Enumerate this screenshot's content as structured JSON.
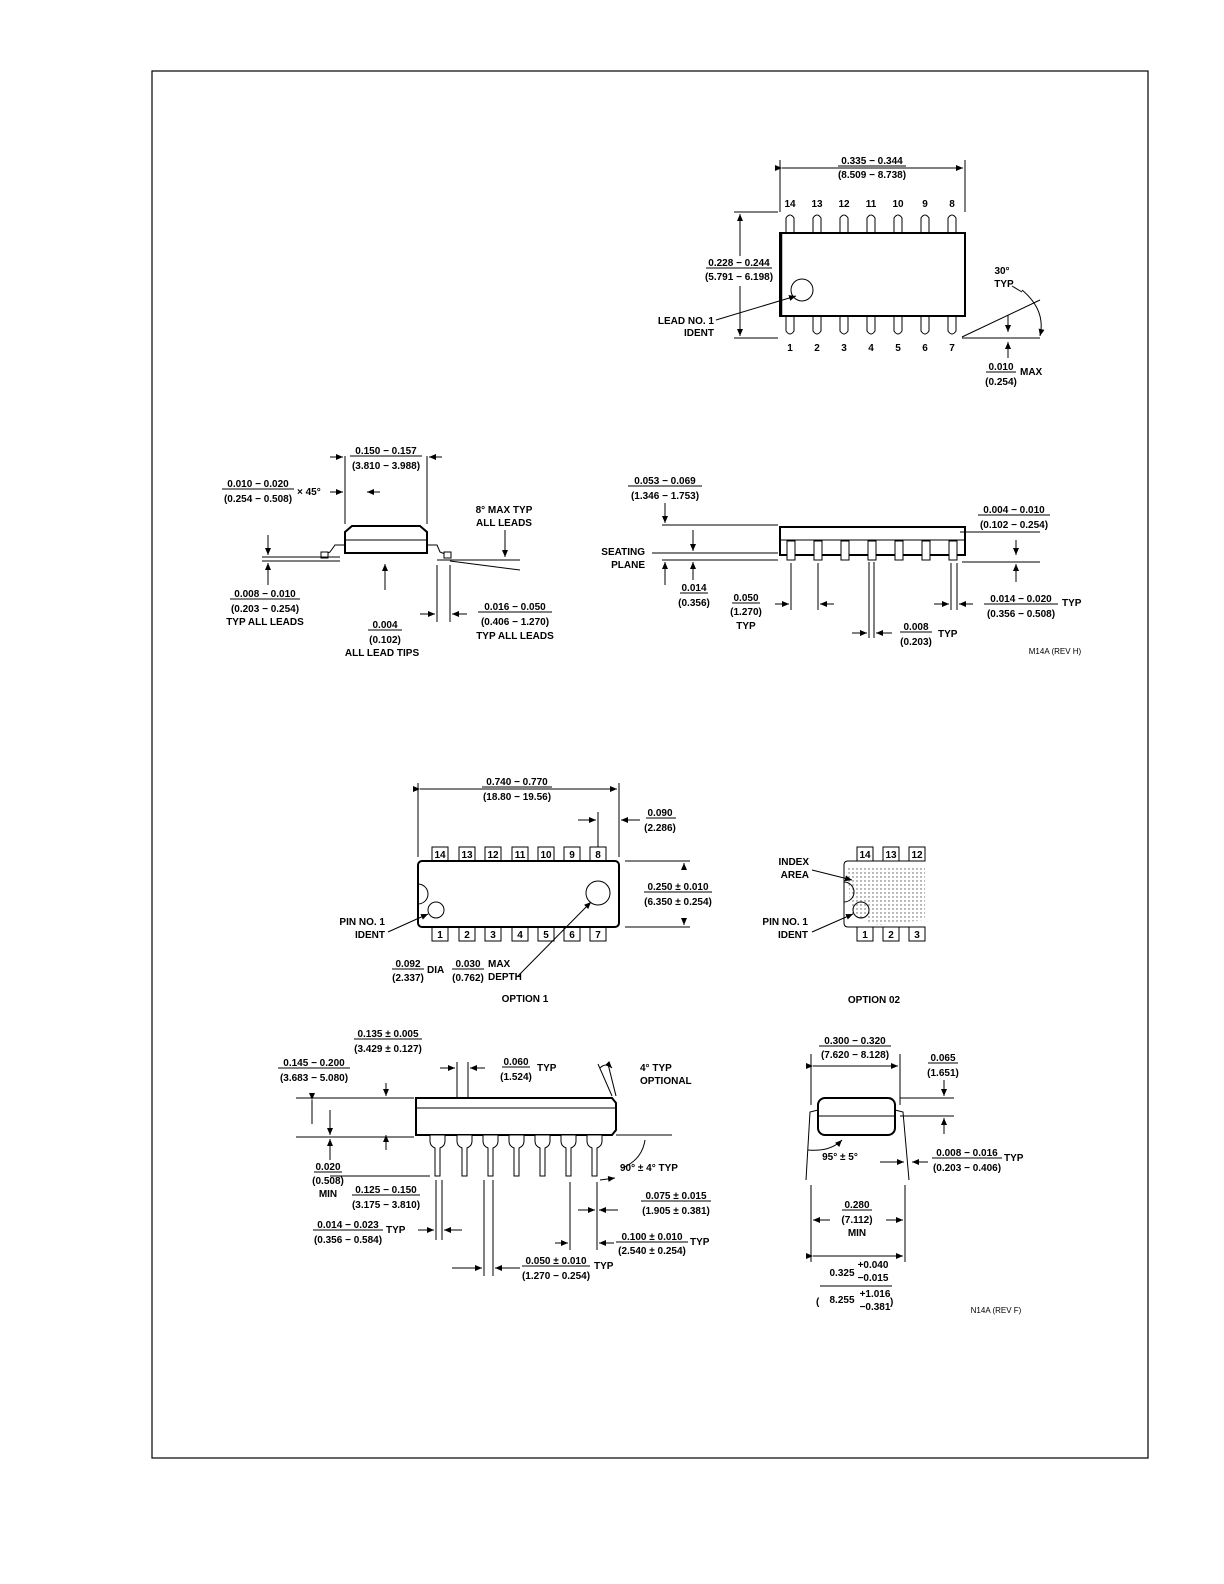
{
  "soic_top": {
    "width_in": "0.335 − 0.344",
    "width_mm": "(8.509 − 8.738)",
    "height_in": "0.228 − 0.244",
    "height_mm": "(5.791 − 6.198)",
    "top_pins": [
      "14",
      "13",
      "12",
      "11",
      "10",
      "9",
      "8"
    ],
    "bottom_pins": [
      "1",
      "2",
      "3",
      "4",
      "5",
      "6",
      "7"
    ],
    "lead1_a": "LEAD NO. 1",
    "lead1_b": "IDENT",
    "angle_a": "30°",
    "angle_b": "TYP",
    "max_in": "0.010",
    "max_label": "MAX",
    "max_mm": "(0.254)"
  },
  "soic_side": {
    "w_in": "0.150 − 0.157",
    "w_mm": "(3.810 − 3.988)",
    "cham_in": "0.010 − 0.020",
    "cham_mm": "(0.254 − 0.508)",
    "cham_x": "× 45°",
    "lead_ang_a": "8° MAX TYP",
    "lead_ang_b": "ALL LEADS",
    "t_in": "0.008 − 0.010",
    "t_mm": "(0.203 − 0.254)",
    "t_note": "TYP ALL LEADS",
    "cop_in": "0.004",
    "cop_mm": "(0.102)",
    "cop_note": "ALL LEAD TIPS",
    "foot_in": "0.016 − 0.050",
    "foot_mm": "(0.406 − 1.270)",
    "foot_note": "TYP ALL LEADS"
  },
  "soic_front": {
    "h_in": "0.053 − 0.069",
    "h_mm": "(1.346 − 1.753)",
    "seat_a": "SEATING",
    "seat_b": "PLANE",
    "so_in": "0.014",
    "so_mm": "(0.356)",
    "pitch_in": "0.050",
    "pitch_mm": "(1.270)",
    "pitch_note": "TYP",
    "sp_in": "0.008",
    "sp_mm": "(0.203)",
    "sp_note": "TYP",
    "st_in": "0.004 − 0.010",
    "st_mm": "(0.102 − 0.254)",
    "lw_in": "0.014 − 0.020",
    "lw_mm": "(0.356 − 0.508)",
    "lw_note": "TYP",
    "rev": "M14A (REV H)"
  },
  "dip_top": {
    "len_in": "0.740 − 0.770",
    "len_mm": "(18.80 − 19.56)",
    "end_in": "0.090",
    "end_mm": "(2.286)",
    "wid_in": "0.250 ± 0.010",
    "wid_mm": "(6.350 ± 0.254)",
    "top_pins": [
      "14",
      "13",
      "12",
      "11",
      "10",
      "9",
      "8"
    ],
    "bottom_pins": [
      "1",
      "2",
      "3",
      "4",
      "5",
      "6",
      "7"
    ],
    "pin1_a": "PIN NO. 1",
    "pin1_b": "IDENT",
    "dia_in": "0.092",
    "dia_mm": "(2.337)",
    "dia_label": "DIA",
    "dep_in": "0.030",
    "dep_mm": "(0.762)",
    "dep_a": "MAX",
    "dep_b": "DEPTH",
    "option": "OPTION 1"
  },
  "dip_opt2": {
    "top_pins": [
      "14",
      "13",
      "12"
    ],
    "bottom_pins": [
      "1",
      "2",
      "3"
    ],
    "idx_a": "INDEX",
    "idx_b": "AREA",
    "pin1_a": "PIN NO. 1",
    "pin1_b": "IDENT",
    "option": "OPTION 02"
  },
  "dip_side": {
    "bh_in": "0.135 ± 0.005",
    "bh_mm": "(3.429 ± 0.127)",
    "th_in": "0.145 − 0.200",
    "th_mm": "(3.683 − 5.080)",
    "sh_in": "0.060",
    "sh_mm": "(1.524)",
    "sh_note": "TYP",
    "ang_a": "4° TYP",
    "ang_b": "OPTIONAL",
    "so_in": "0.020",
    "so_mm": "(0.508)",
    "so_note": "MIN",
    "ll_in": "0.125 − 0.150",
    "ll_mm": "(3.175 − 3.810)",
    "sq_ang": "90° ± 4°  TYP",
    "lw_in": "0.014 − 0.023",
    "lw_mm": "(0.356 − 0.584)",
    "lw_note": "TYP",
    "uw_in": "0.075 ± 0.015",
    "uw_mm": "(1.905 ± 0.381)",
    "pitch_in": "0.100 ± 0.010",
    "pitch_mm": "(2.540 ± 0.254)",
    "pitch_note": "TYP",
    "gap_in": "0.050 ± 0.010",
    "gap_mm": "(1.270 − 0.254)",
    "gap_note": "TYP"
  },
  "dip_end": {
    "rw_in": "0.300 − 0.320",
    "rw_mm": "(7.620 − 8.128)",
    "off_in": "0.065",
    "off_mm": "(1.651)",
    "ang": "95° ± 5°",
    "lt_in": "0.008 − 0.016",
    "lt_mm": "(0.203 − 0.406)",
    "lt_note": "TYP",
    "min_in": "0.280",
    "min_mm": "(7.112)",
    "min_note": "MIN",
    "ov_a": "0.325",
    "ov_b": "+0.040",
    "ov_c": "−0.015",
    "ov_d": "8.255",
    "ov_e": "+1.016",
    "ov_f": "−0.381",
    "rev": "N14A (REV F)"
  }
}
